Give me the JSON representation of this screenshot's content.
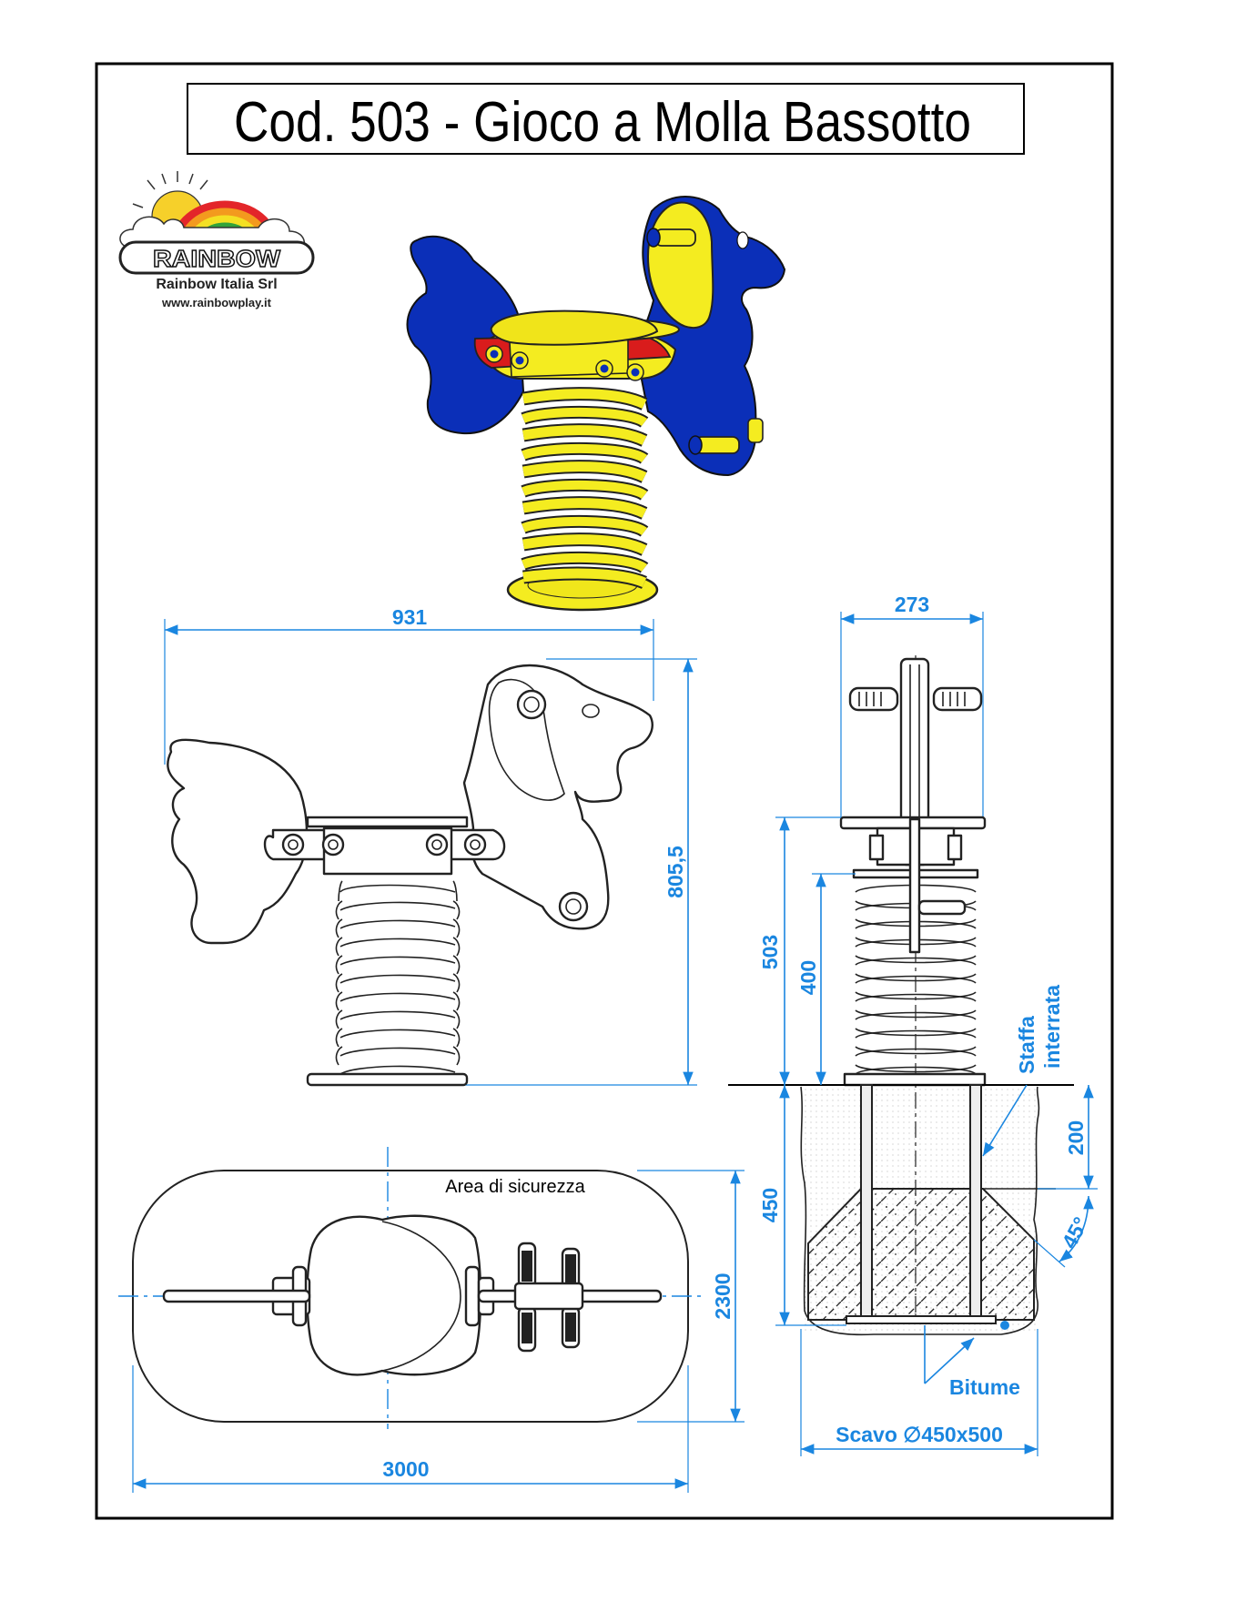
{
  "title": "Cod. 503 - Gioco a Molla Bassotto",
  "logo": {
    "brand": "RAINBOW",
    "company": "Rainbow Italia Srl",
    "website": "www.rainbowplay.it"
  },
  "side_view": {
    "width": "931",
    "height": "805,5"
  },
  "front_view": {
    "width": "273",
    "height_total": "503",
    "height_spring": "400",
    "depth_bracket": "200",
    "depth_total": "450",
    "angle": "45°",
    "label_staffa_1": "Staffa",
    "label_staffa_2": "interrata",
    "label_bitume": "Bitume",
    "label_scavo": "Scavo ∅450x500"
  },
  "plan_view": {
    "area_label": "Area di sicurezza",
    "length": "3000",
    "width": "2300"
  },
  "colors": {
    "dim_blue": "#1a86e0",
    "blue": "#0b2fb8",
    "yellow": "#f4ec20",
    "red": "#d91c1c"
  }
}
